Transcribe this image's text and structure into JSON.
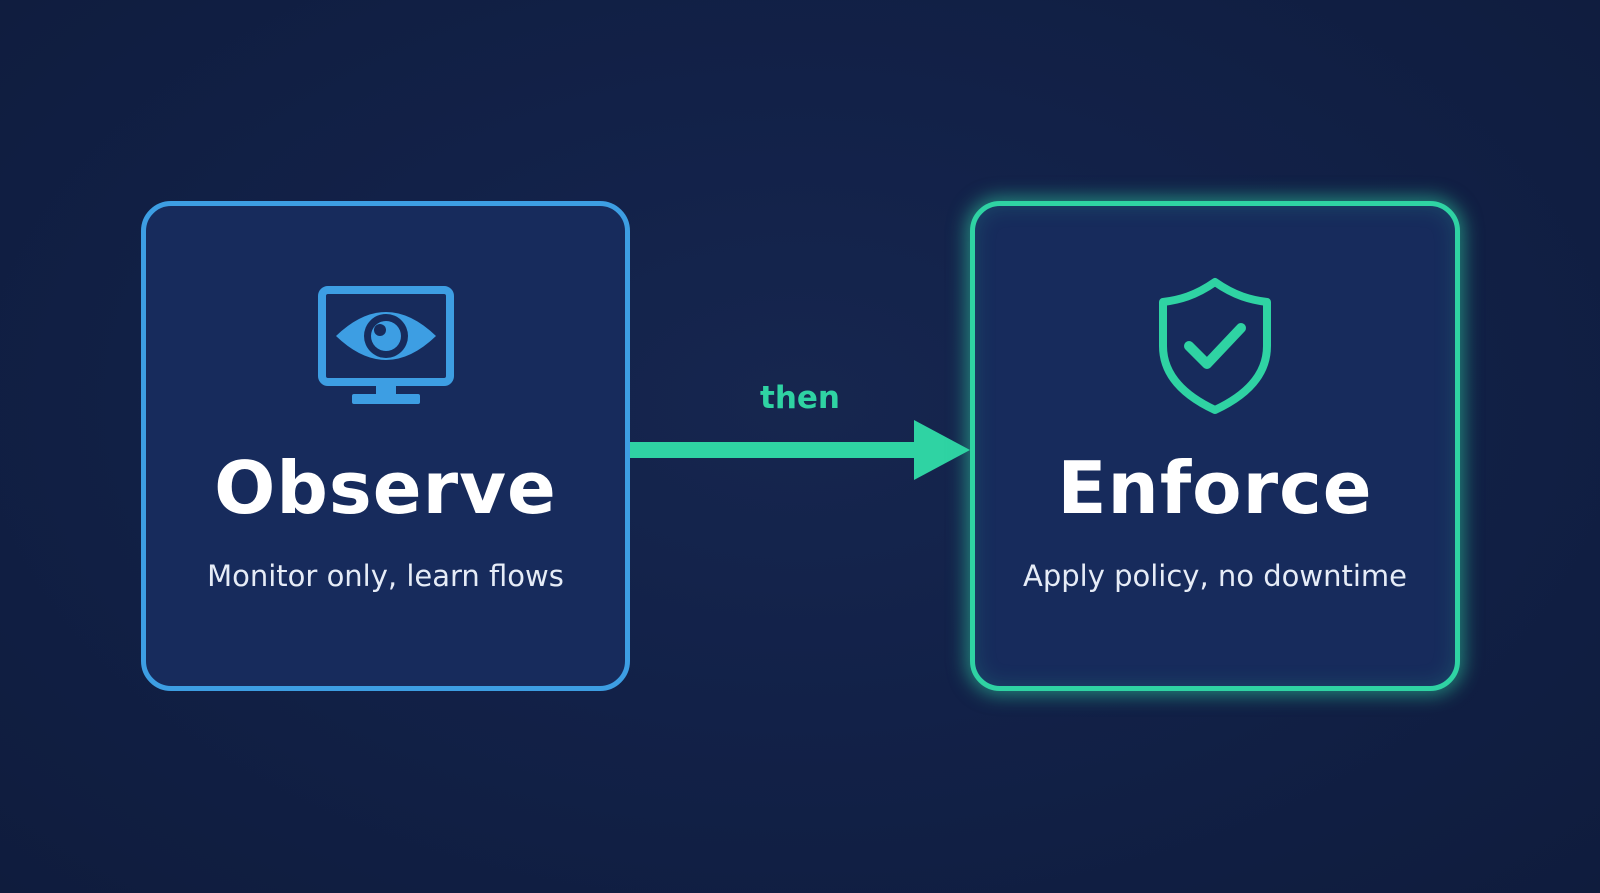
{
  "steps": {
    "observe": {
      "title": "Observe",
      "subtitle": "Monitor only, learn flows",
      "icon": "monitor-eye-icon",
      "color": "#3d9ee3"
    },
    "enforce": {
      "title": "Enforce",
      "subtitle": "Apply policy, no downtime",
      "icon": "shield-check-icon",
      "color": "#2fd3a3"
    }
  },
  "connector": {
    "label": "then",
    "color": "#2fd3a3"
  },
  "background": "#122148"
}
